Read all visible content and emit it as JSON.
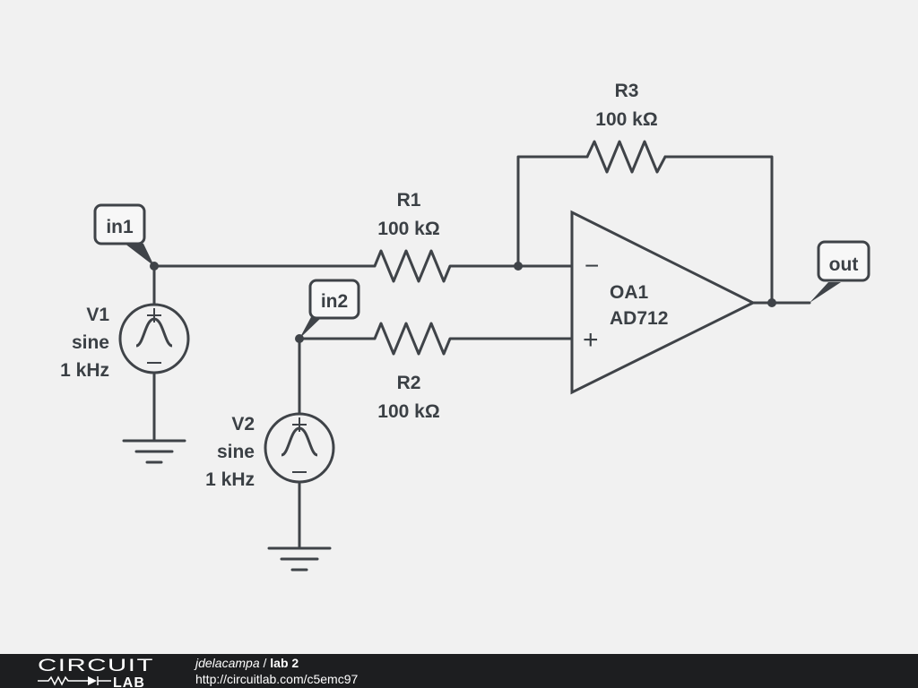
{
  "schematic": {
    "labels": {
      "in1": "in1",
      "in2": "in2",
      "out": "out"
    },
    "sources": {
      "v1": {
        "name": "V1",
        "type": "sine",
        "freq": "1 kHz"
      },
      "v2": {
        "name": "V2",
        "type": "sine",
        "freq": "1 kHz"
      }
    },
    "resistors": {
      "r1": {
        "name": "R1",
        "value": "100 kΩ"
      },
      "r2": {
        "name": "R2",
        "value": "100 kΩ"
      },
      "r3": {
        "name": "R3",
        "value": "100 kΩ"
      }
    },
    "opamp": {
      "name": "OA1",
      "part": "AD712",
      "minus": "−",
      "plus": "+"
    }
  },
  "footer": {
    "brand_top": "CIRCUIT",
    "brand_bottom": "LAB",
    "user": "jdelacampa",
    "separator": " / ",
    "project": "lab 2",
    "url": "http://circuitlab.com/c5emc97"
  }
}
